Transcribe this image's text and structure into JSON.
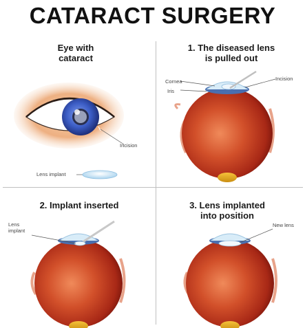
{
  "title": "CATARACT SURGERY",
  "panels": {
    "p0": {
      "title_line1": "Eye with",
      "title_line2": "cataract",
      "labels": {
        "incision": "Incision",
        "lens_implant": "Lens implant"
      }
    },
    "p1": {
      "title_line1": "1. The diseased lens",
      "title_line2": "is pulled out",
      "labels": {
        "cornea": "Cornea",
        "iris": "Iris",
        "incision": "Incision"
      }
    },
    "p2": {
      "title_line1": "2. Implant inserted",
      "labels": {
        "lens_line1": "Lens",
        "lens_line2": "implant"
      }
    },
    "p3": {
      "title_line1": "3. Lens implanted",
      "title_line2": "into position",
      "labels": {
        "new_lens": "New lens"
      }
    }
  },
  "colors": {
    "eyeball": "#c63a1e",
    "eyeball_dark": "#8e1c10",
    "iris_blue": "#3b5cc4",
    "skin": "#e9a374",
    "lens": "#cfe6f4"
  }
}
